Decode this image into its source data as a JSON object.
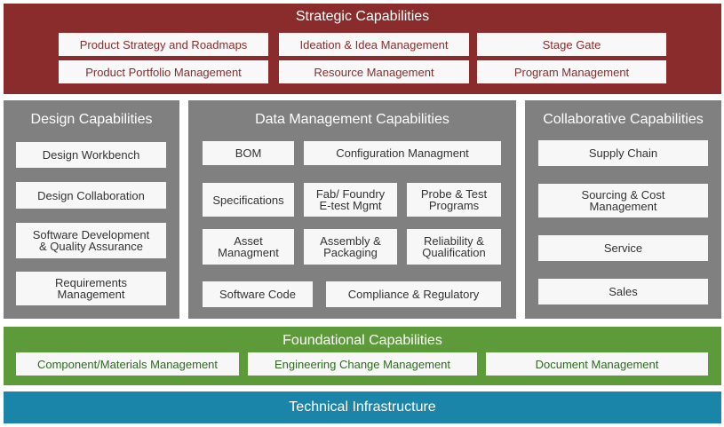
{
  "strategic": {
    "title": "Strategic Capabilities",
    "items": [
      "Product Strategy and Roadmaps",
      "Ideation & Idea Management",
      "Stage Gate",
      "Product Portfolio Management",
      "Resource Management",
      "Program Management"
    ]
  },
  "design": {
    "title": "Design Capabilities",
    "items": [
      "Design Workbench",
      "Design Collaboration",
      "Software Development\n& Quality Assurance",
      "Requirements\nManagement"
    ]
  },
  "data_management": {
    "title": "Data Management Capabilities",
    "items": [
      "BOM",
      "Configuration Managment",
      "Specifications",
      "Fab/ Foundry\nE-test Mgmt",
      "Probe & Test\nPrograms",
      "Asset\nManagment",
      "Assembly &\nPackaging",
      "Reliability &\nQualification",
      "Software Code",
      "Compliance & Regulatory"
    ]
  },
  "collaborative": {
    "title": "Collaborative Capabilities",
    "items": [
      "Supply Chain",
      "Sourcing & Cost\nManagement",
      "Service",
      "Sales"
    ]
  },
  "foundational": {
    "title": "Foundational Capabilities",
    "items": [
      "Component/Materials Management",
      "Engineering Change Management",
      "Document Management"
    ]
  },
  "technical": {
    "title": "Technical Infrastructure"
  }
}
